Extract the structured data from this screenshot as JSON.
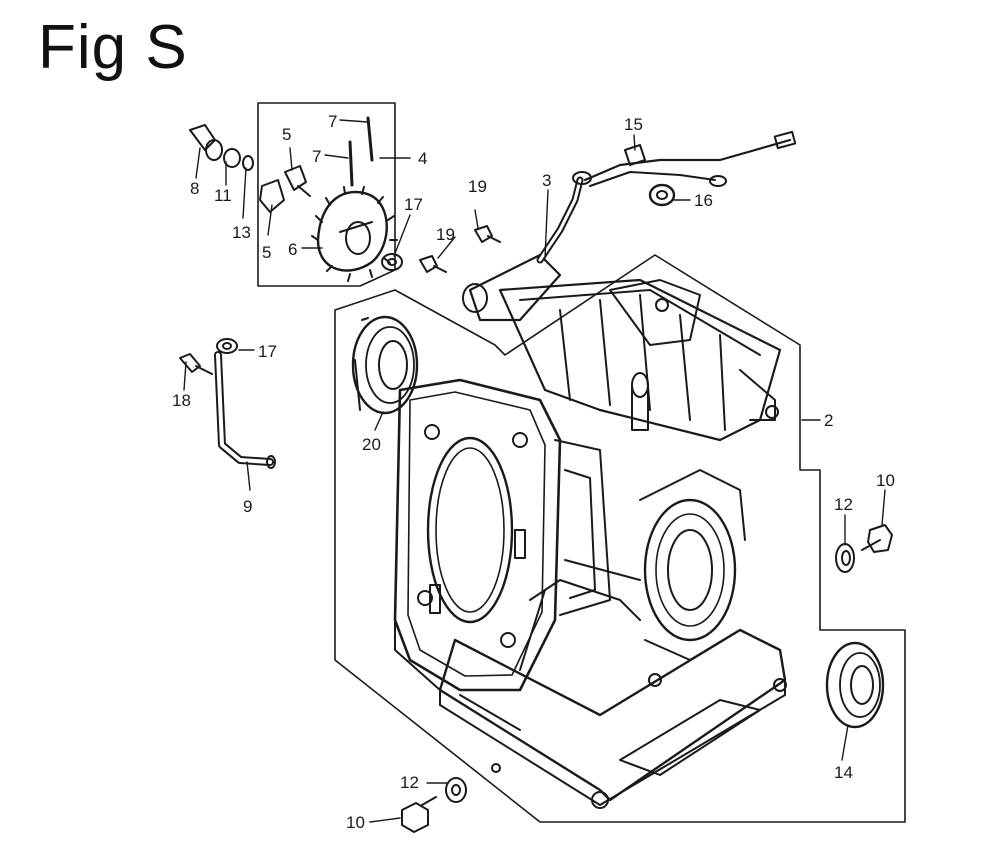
{
  "figure": {
    "title": "Fig S"
  },
  "colors": {
    "ink": "#1a1a1a",
    "background": "#ffffff"
  },
  "callouts": [
    {
      "id": "c8",
      "label": "8"
    },
    {
      "id": "c11",
      "label": "11"
    },
    {
      "id": "c13",
      "label": "13"
    },
    {
      "id": "c5a",
      "label": "5"
    },
    {
      "id": "c5b",
      "label": "5"
    },
    {
      "id": "c7a",
      "label": "7"
    },
    {
      "id": "c7b",
      "label": "7"
    },
    {
      "id": "c4",
      "label": "4"
    },
    {
      "id": "c6",
      "label": "6"
    },
    {
      "id": "c17a",
      "label": "17"
    },
    {
      "id": "c17b",
      "label": "17"
    },
    {
      "id": "c19a",
      "label": "19"
    },
    {
      "id": "c19b",
      "label": "19"
    },
    {
      "id": "c3",
      "label": "3"
    },
    {
      "id": "c15",
      "label": "15"
    },
    {
      "id": "c16",
      "label": "16"
    },
    {
      "id": "c18",
      "label": "18"
    },
    {
      "id": "c9",
      "label": "9"
    },
    {
      "id": "c20",
      "label": "20"
    },
    {
      "id": "c2",
      "label": "2"
    },
    {
      "id": "c12a",
      "label": "12"
    },
    {
      "id": "c10a",
      "label": "10"
    },
    {
      "id": "c14",
      "label": "14"
    },
    {
      "id": "c12b",
      "label": "12"
    },
    {
      "id": "c10b",
      "label": "10"
    }
  ]
}
